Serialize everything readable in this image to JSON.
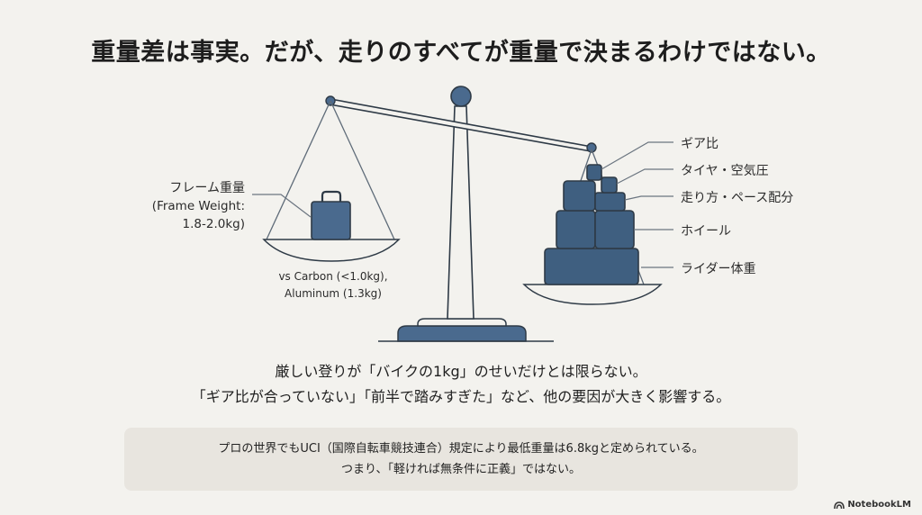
{
  "title": "重量差は事実。だが、走りのすべてが重量で決まるわけではない。",
  "scale": {
    "left_pan": {
      "item_icon": "weight-icon",
      "label_jp": "フレーム重量",
      "label_en_line1": "(Frame Weight:",
      "label_en_line2": "1.8-2.0kg)",
      "comparison_line1": "vs Carbon (<1.0kg),",
      "comparison_line2": "Aluminum (1.3kg)"
    },
    "right_pan": {
      "factors": [
        {
          "label": "ギア比"
        },
        {
          "label": "タイヤ・空気圧"
        },
        {
          "label": "走り方・ペース配分"
        },
        {
          "label": "ホイール"
        },
        {
          "label": "ライダー体重"
        }
      ]
    },
    "colors": {
      "accent": "#4a6a8e",
      "block": "#3f5f80",
      "outline": "#2e3a46",
      "string": "#5e6b78"
    }
  },
  "body": {
    "line1": "厳しい登りが「バイクの1kg」のせいだけとは限らない。",
    "line2": "「ギア比が合っていない」「前半で踏みすぎた」など、他の要因が大きく影響する。"
  },
  "note": {
    "line1": "プロの世界でもUCI（国際自転車競技連合）規定により最低重量は6.8kgと定められている。",
    "line2": "つまり、「軽ければ無条件に正義」ではない。"
  },
  "branding": {
    "name": "NotebookLM"
  }
}
